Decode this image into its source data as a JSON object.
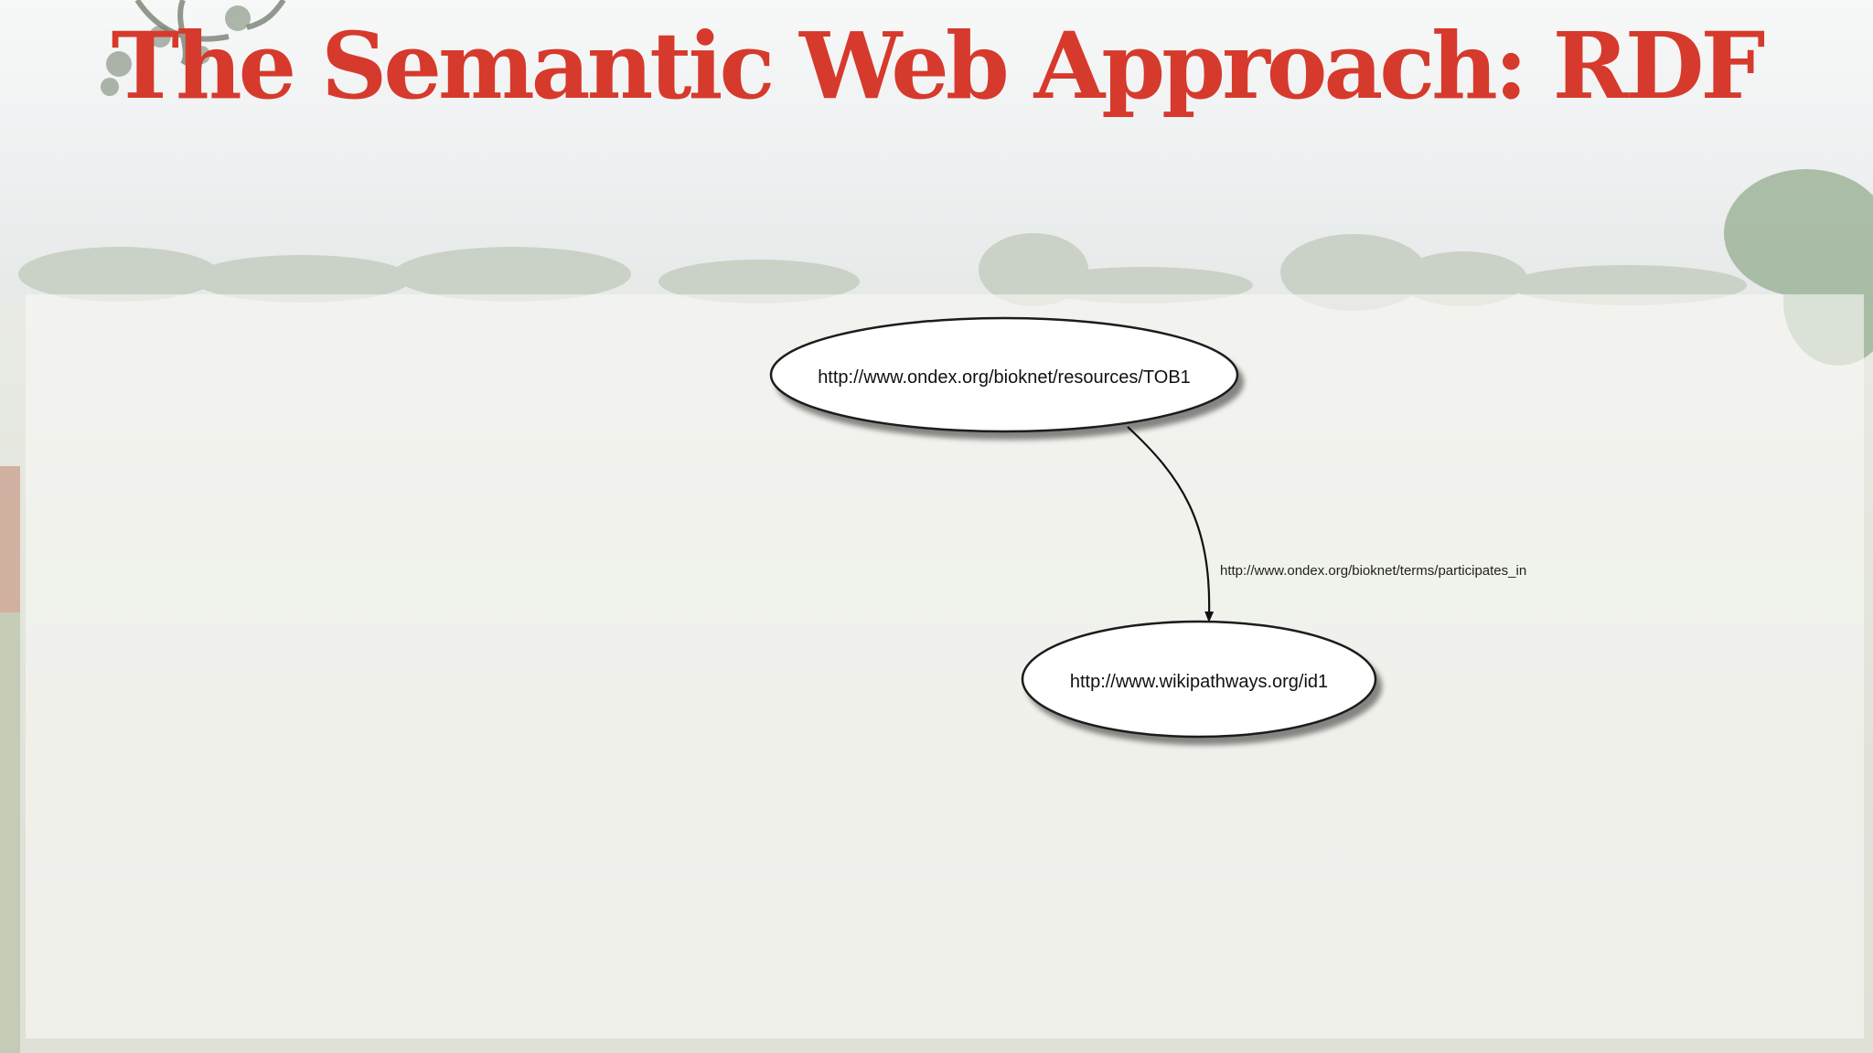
{
  "slide": {
    "title": "The Semantic Web Approach: RDF"
  },
  "diagram": {
    "nodes": [
      {
        "id": "n1",
        "label": "http://www.ondex.org/bioknet/resources/TOB1"
      },
      {
        "id": "n2",
        "label": "http://www.wikipathways.org/id1"
      }
    ],
    "edges": [
      {
        "from": "n1",
        "to": "n2",
        "label": "http://www.ondex.org/bioknet/terms/participates_in"
      }
    ]
  },
  "colors": {
    "title": "#d63a2c",
    "node_fill": "#ffffff",
    "node_stroke": "#1a1a1a",
    "edge": "#111111"
  }
}
